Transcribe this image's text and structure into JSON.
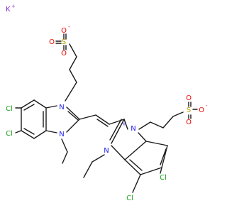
{
  "colors": {
    "bond": "#1a1a1a",
    "carbon_label": "#000000",
    "nitrogen": "#2020ee",
    "oxygen": "#ee0000",
    "sulfur": "#b8a000",
    "chlorine": "#1fa01f",
    "potassium": "#8c2fd0"
  },
  "labels": {
    "k_ion": "K",
    "k_charge": "+",
    "cl_1": "Cl",
    "cl_2": "Cl",
    "cl_3": "Cl",
    "cl_4": "Cl",
    "n_1": "N",
    "n_2": "N",
    "n_3": "N",
    "n_3_charge": "+",
    "n_4": "N",
    "s_1": "S",
    "s_2": "S",
    "o_1a": "O",
    "o_1a_charge": "-",
    "o_1b": "O",
    "o_1c": "O",
    "o_2a": "O",
    "o_2b": "O",
    "o_2b_charge": "-",
    "o_2c": "O"
  }
}
